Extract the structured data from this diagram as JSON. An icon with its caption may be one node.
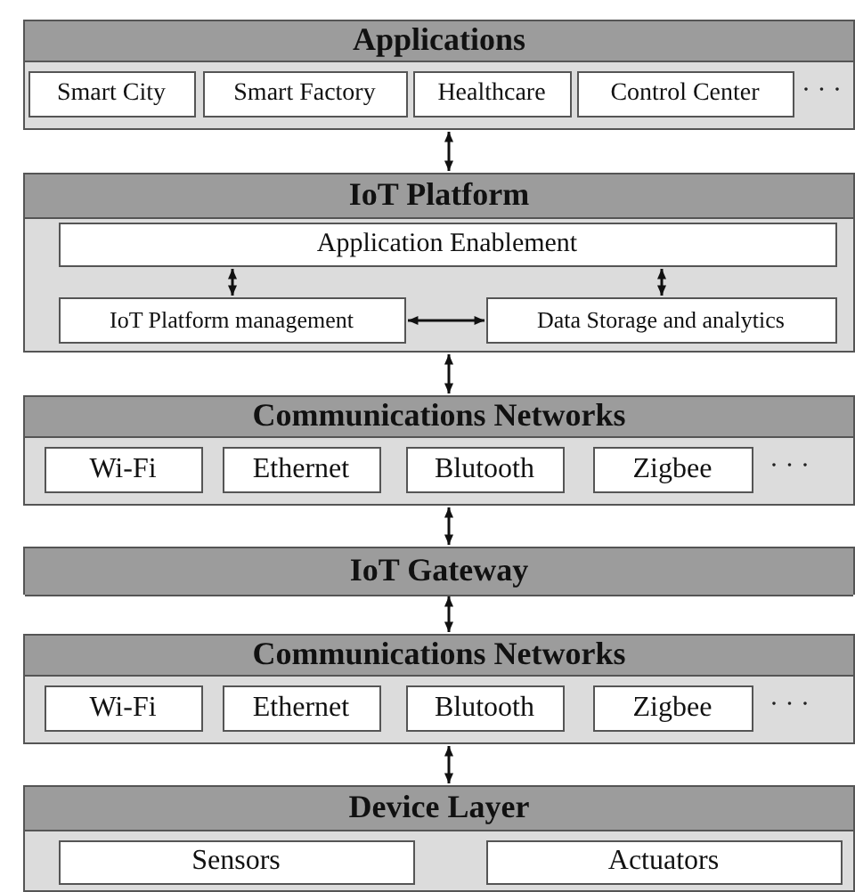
{
  "diagram": {
    "nodes": [
      {
        "text": [
          "Applications"
        ]
      },
      {
        "text": [
          "Smart City"
        ],
        "in": 0
      },
      {
        "text": [
          "Smart Factory"
        ],
        "in": 0
      },
      {
        "text": [
          "Healthcare"
        ],
        "in": 0
      },
      {
        "text": [
          "Control Center"
        ],
        "in": 0
      },
      {
        "text": [
          "IoT Platform"
        ]
      },
      {
        "text": [
          "Application Enablement"
        ],
        "in": 5
      },
      {
        "text": [
          "IoT Platform management"
        ],
        "in": 5
      },
      {
        "text": [
          "Data Storage and analytics"
        ],
        "in": 5
      },
      {
        "text": [
          "Communications Networks"
        ]
      },
      {
        "text": [
          "Wi-Fi"
        ],
        "in": 9
      },
      {
        "text": [
          "Ethernet"
        ],
        "in": 9
      },
      {
        "text": [
          "Blutooth"
        ],
        "in": 9
      },
      {
        "text": [
          "Zigbee"
        ],
        "in": 9
      },
      {
        "text": [
          "IoT Gateway"
        ]
      },
      {
        "text": [
          "Communications Networks"
        ]
      },
      {
        "text": [
          "Wi-Fi"
        ],
        "in": 15
      },
      {
        "text": [
          "Ethernet"
        ],
        "in": 15
      },
      {
        "text": [
          "Blutooth"
        ],
        "in": 15
      },
      {
        "text": [
          "Zigbee"
        ],
        "in": 15
      },
      {
        "text": [
          "Device Layer"
        ]
      },
      {
        "text": [
          "Sensors"
        ],
        "in": 20
      },
      {
        "text": [
          "Actuators"
        ],
        "in": 20
      }
    ],
    "edges": [
      {
        "from": 0,
        "to": 5,
        "arrow": "both"
      },
      {
        "from": 6,
        "to": 7,
        "arrow": "both"
      },
      {
        "from": 6,
        "to": 8,
        "arrow": "both"
      },
      {
        "from": 7,
        "to": 8,
        "arrow": "both"
      },
      {
        "from": 5,
        "to": 9,
        "arrow": "both"
      },
      {
        "from": 9,
        "to": 14,
        "arrow": "both"
      },
      {
        "from": 14,
        "to": 15,
        "arrow": "both"
      },
      {
        "from": 15,
        "to": 20,
        "arrow": "both"
      }
    ],
    "labels": [
      "· · ·",
      "· · ·",
      "· · ·"
    ]
  }
}
